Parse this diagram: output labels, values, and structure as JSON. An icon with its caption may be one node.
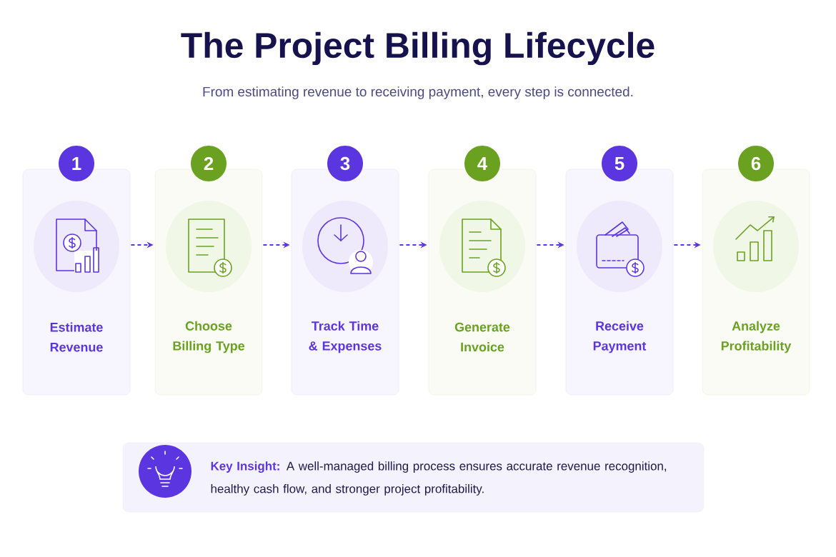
{
  "diagram": {
    "title": "The Project Billing Lifecycle",
    "caption": "From estimating revenue to receiving payment, every step is connected.",
    "nodes": [
      {
        "text": [
          "1",
          "Estimate Revenue"
        ]
      },
      {
        "text": [
          "2",
          "Choose Billing Type"
        ]
      },
      {
        "text": [
          "3",
          "Track Time & Expenses"
        ]
      },
      {
        "text": [
          "4",
          "Generate Invoice"
        ]
      },
      {
        "text": [
          "5",
          "Receive Payment"
        ]
      },
      {
        "text": [
          "6",
          "Analyze Profitability"
        ]
      },
      {
        "text": [
          "Key Insight:",
          "A well-managed billing process ensures accurate revenue recognition, healthy cash flow, and stronger project profitability."
        ]
      }
    ],
    "edges": [
      {
        "from": 0,
        "to": 1,
        "arrow": "to"
      },
      {
        "from": 1,
        "to": 2,
        "arrow": "to"
      },
      {
        "from": 2,
        "to": 3,
        "arrow": "to"
      },
      {
        "from": 3,
        "to": 4,
        "arrow": "to"
      },
      {
        "from": 4,
        "to": 5,
        "arrow": "to"
      }
    ]
  }
}
